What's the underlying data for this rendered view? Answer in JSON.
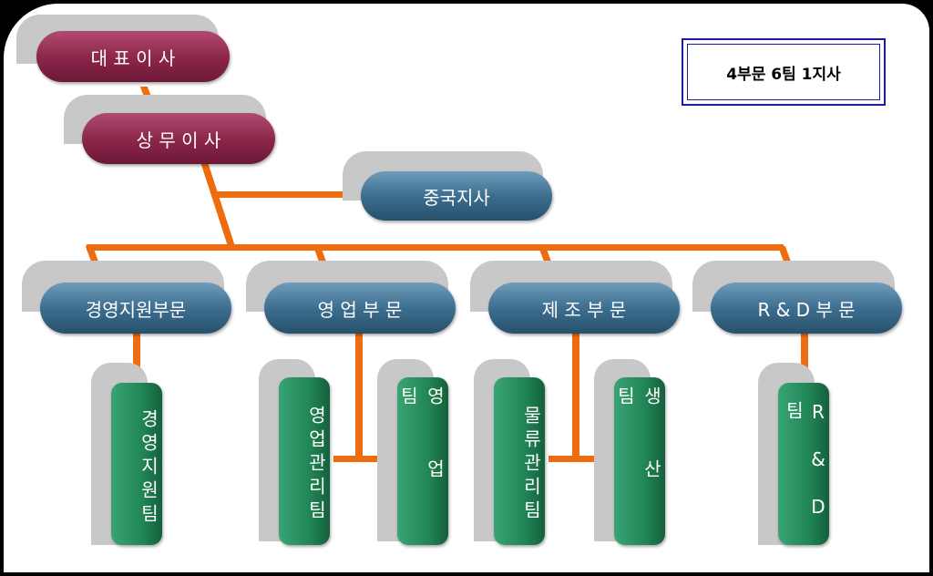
{
  "chart_data": {
    "type": "org-chart",
    "title": "4부문 6팀 1지사",
    "root": {
      "label": "대표이사",
      "children": [
        {
          "label": "상무이사",
          "children": [
            {
              "label": "중국지사",
              "children": []
            },
            {
              "label": "경영지원부문",
              "children": [
                {
                  "label": "경영지원팀"
                }
              ]
            },
            {
              "label": "영 업 부 문",
              "children": [
                {
                  "label": "영업관리팀"
                },
                {
                  "label": "영업팀"
                }
              ]
            },
            {
              "label": "제 조 부 문",
              "children": [
                {
                  "label": "물류관리팀"
                },
                {
                  "label": "생산팀"
                }
              ]
            },
            {
              "label": "R & D 부 문",
              "children": [
                {
                  "label": "R&D팀"
                }
              ]
            }
          ]
        }
      ]
    }
  },
  "legend": {
    "text": "4부문 6팀 1지사"
  },
  "nodes": {
    "ceo": "대 표 이 사",
    "md": "상 무 이 사",
    "china": "중국지사",
    "div_mgmt": "경영지원부문",
    "div_sales": "영  업  부  문",
    "div_mfg": "제  조  부  문",
    "div_rnd": "R & D  부  문",
    "team_mgmt": "경영지원팀",
    "team_salesmgmt": "영업관리팀",
    "team_sales": "영 업 팀",
    "team_logistics": "물류관리팀",
    "team_production": "생 산 팀",
    "team_rnd": "R & D 팀"
  },
  "colors": {
    "executive": "#8a2549",
    "division": "#3d6e90",
    "team": "#218656",
    "connector": "#ef6b0f",
    "shadow": "#c8c8c8",
    "legend_border": "#1c1c9c"
  }
}
